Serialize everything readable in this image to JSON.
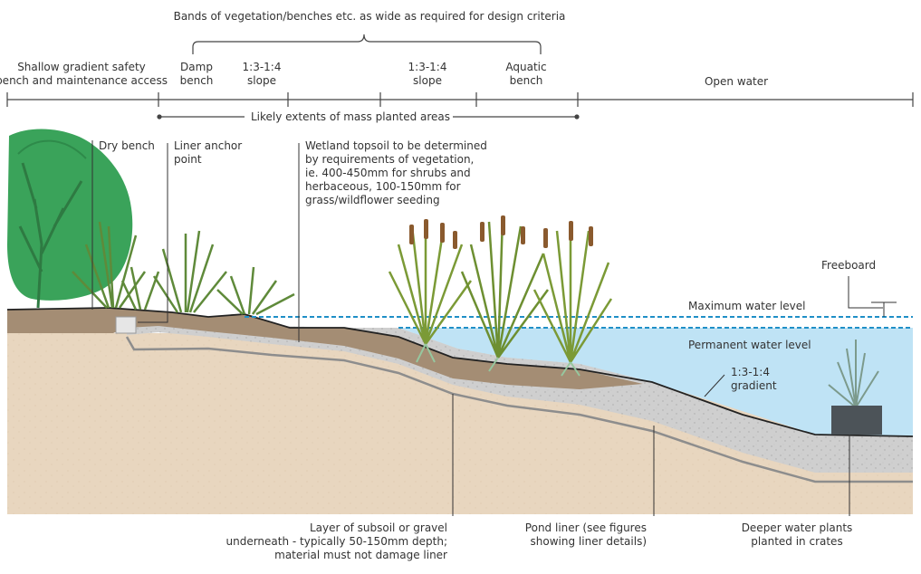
{
  "header": {
    "bands_label": "Bands of vegetation/benches etc. as wide as required for design criteria",
    "zones": {
      "safety_bench": [
        "Shallow gradient safety",
        "bench and maintenance access"
      ],
      "damp_bench": [
        "Damp",
        "bench"
      ],
      "slope_left": [
        "1:3-1:4",
        "slope"
      ],
      "slope_right": [
        "1:3-1:4",
        "slope"
      ],
      "aquatic_bench": [
        "Aquatic",
        "bench"
      ],
      "open_water": [
        "Open water"
      ]
    },
    "mass_planted_label": "Likely extents of mass planted areas"
  },
  "callouts": {
    "dry_bench": [
      "Dry bench"
    ],
    "liner_anchor": [
      "Liner anchor",
      "point"
    ],
    "wetland_topsoil": [
      "Wetland topsoil to be determined",
      "by requirements of vegetation,",
      "ie. 400-450mm for shrubs and",
      "herbaceous, 100-150mm for",
      "grass/wildflower seeding"
    ],
    "freeboard": [
      "Freeboard"
    ],
    "max_water": [
      "Maximum water level"
    ],
    "perm_water": [
      "Permanent water level"
    ],
    "gradient": [
      "1:3-1:4",
      "gradient"
    ],
    "subsoil": [
      "Layer of subsoil or gravel",
      "underneath - typically 50-150mm depth;",
      "material must not damage liner"
    ],
    "pond_liner": [
      "Pond liner (see figures",
      "showing liner details)"
    ],
    "deeper_plants": [
      "Deeper water plants",
      "planted in crates"
    ]
  },
  "colors": {
    "water": "#bfe3f5",
    "water_line": "#1f8fc7",
    "topsoil": "#a48d74",
    "gravel": "#cfcfcf",
    "subsoil": "#e8d6bf",
    "tree": "#3aa35a",
    "grass": "#5f8a3a",
    "crate": "#4c5358"
  }
}
